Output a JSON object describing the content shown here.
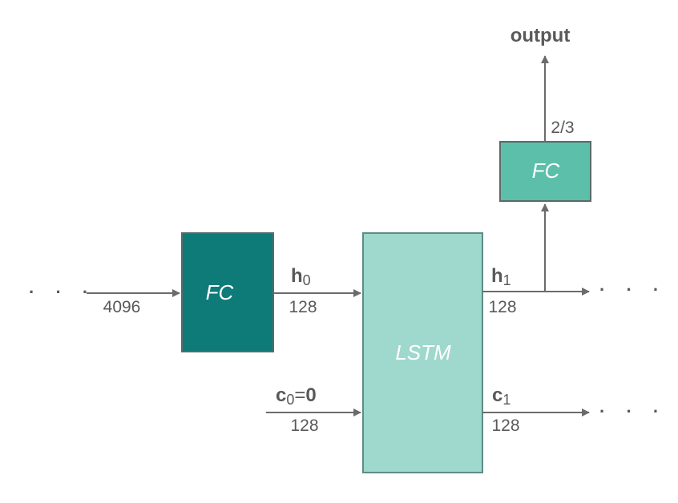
{
  "colors": {
    "fc_input": "#0e7b78",
    "fc_output": "#5bbfaa",
    "lstm": "#9fd8cc",
    "stroke": "#6b6b6b",
    "text": "#595959"
  },
  "blocks": {
    "fc_input": "FC",
    "lstm": "LSTM",
    "fc_output": "FC"
  },
  "labels": {
    "input_dim": "4096",
    "h0": {
      "main": "h",
      "sub": "0"
    },
    "h0_dim": "128",
    "c0": {
      "main": "c",
      "sub": "0",
      "eq": "=",
      "val": "0"
    },
    "c0_dim": "128",
    "h1": {
      "main": "h",
      "sub": "1"
    },
    "h1_dim": "128",
    "c1": {
      "main": "c",
      "sub": "1"
    },
    "c1_dim": "128",
    "fc_out_dim": "2/3",
    "output": "output",
    "ellipsis": "· · ·"
  }
}
